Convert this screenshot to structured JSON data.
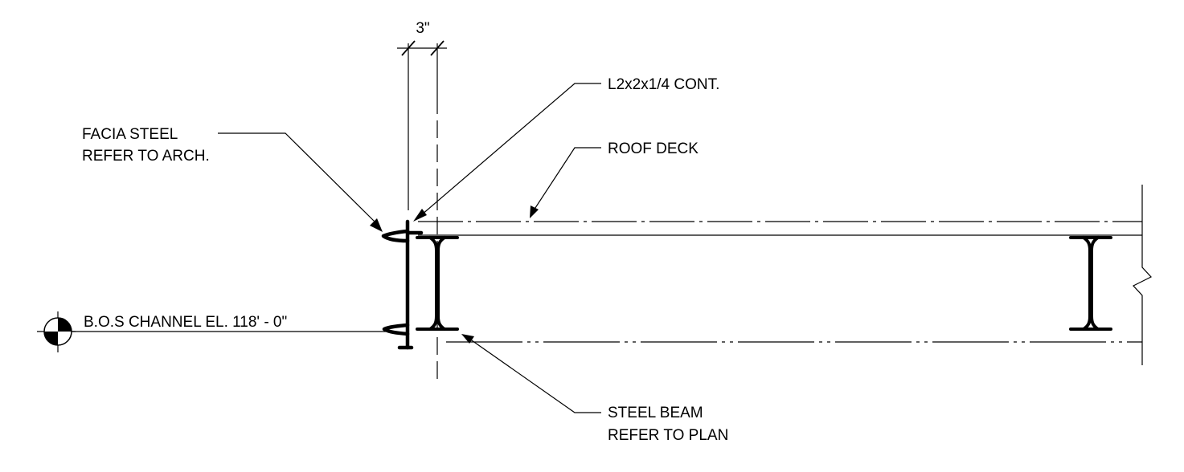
{
  "dimension": {
    "label": "3\""
  },
  "callouts": {
    "angle": "L2x2x1/4 CONT.",
    "facia_line1": "FACIA STEEL",
    "facia_line2": "REFER TO ARCH.",
    "roof_deck": "ROOF DECK",
    "elevation": "B.O.S CHANNEL EL. 118' - 0\"",
    "beam_line1": "STEEL BEAM",
    "beam_line2": "REFER TO PLAN"
  },
  "colors": {
    "ink": "#000000",
    "background": "#ffffff"
  },
  "icons": {
    "elevation_marker": "elevation-target-icon",
    "break_line": "break-line-icon"
  }
}
